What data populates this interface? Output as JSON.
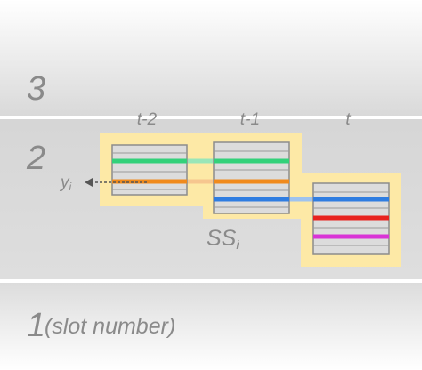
{
  "slots": [
    {
      "label": "3"
    },
    {
      "label": "2"
    },
    {
      "label": "1",
      "note": "(slot number)"
    }
  ],
  "time_labels": [
    "t-2",
    "t-1",
    "t"
  ],
  "output_label": "y",
  "output_subscript": "i",
  "state_label": "SS",
  "state_subscript": "i",
  "colors": {
    "highlight": "#fde9a6",
    "green": "#33d17a",
    "orange": "#f08a1c",
    "blue": "#2f7de1",
    "red": "#e8231f",
    "magenta": "#d933d6",
    "box_border": "#8c8c8c",
    "text": "#8a8a8a"
  }
}
